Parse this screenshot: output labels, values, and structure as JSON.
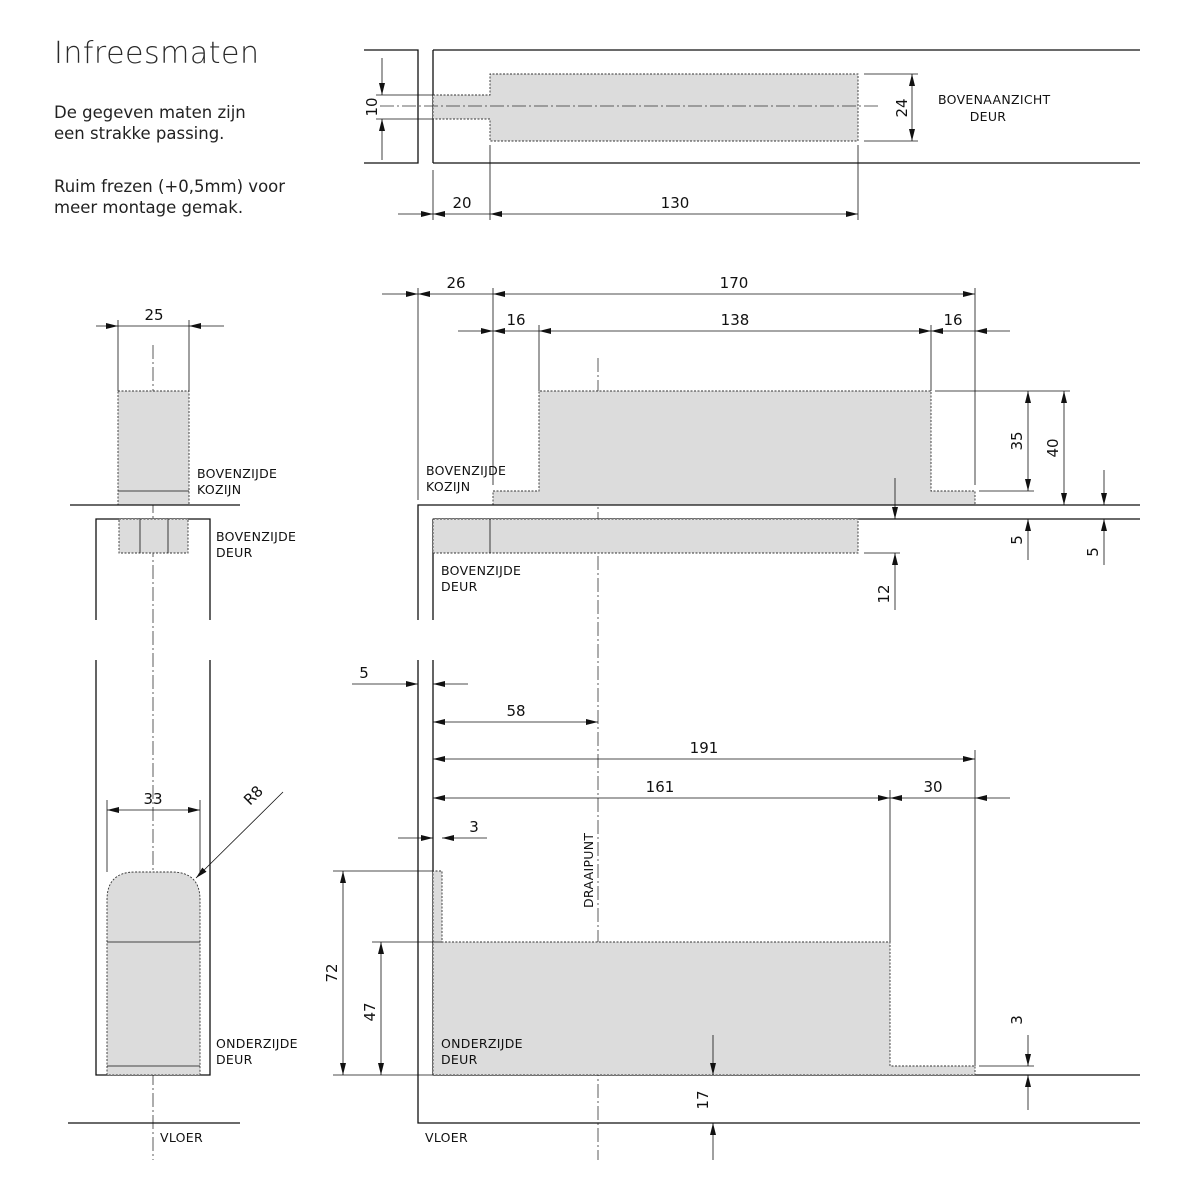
{
  "title": "Infreesmaten",
  "notes": {
    "line1": "De gegeven maten zijn",
    "line2": "een strakke passing.",
    "line3": "Ruim frezen (+0,5mm) voor",
    "line4": "meer montage gemak."
  },
  "labels": {
    "top_view_1": "BOVENAANZICHT",
    "top_view_2": "DEUR",
    "frame_top_1": "BOVENZIJDE",
    "frame_top_2": "KOZIJN",
    "door_top_1": "BOVENZIJDE",
    "door_top_2": "DEUR",
    "door_bottom_1": "ONDERZIJDE",
    "door_bottom_2": "DEUR",
    "floor": "VLOER",
    "pivot": "DRAAIPUNT"
  },
  "dimensions": {
    "top_10": "10",
    "top_24": "24",
    "top_20": "20",
    "top_130": "130",
    "side_25": "25",
    "side_33": "33",
    "side_r8": "R8",
    "upper_26": "26",
    "upper_170": "170",
    "upper_16a": "16",
    "upper_138": "138",
    "upper_16b": "16",
    "upper_35": "35",
    "upper_40": "40",
    "upper_5a": "5",
    "upper_5b": "5",
    "upper_12": "12",
    "lower_5": "5",
    "lower_58": "58",
    "lower_191": "191",
    "lower_161": "161",
    "lower_30": "30",
    "lower_3a": "3",
    "lower_72": "72",
    "lower_47": "47",
    "lower_3b": "3",
    "lower_17": "17"
  }
}
